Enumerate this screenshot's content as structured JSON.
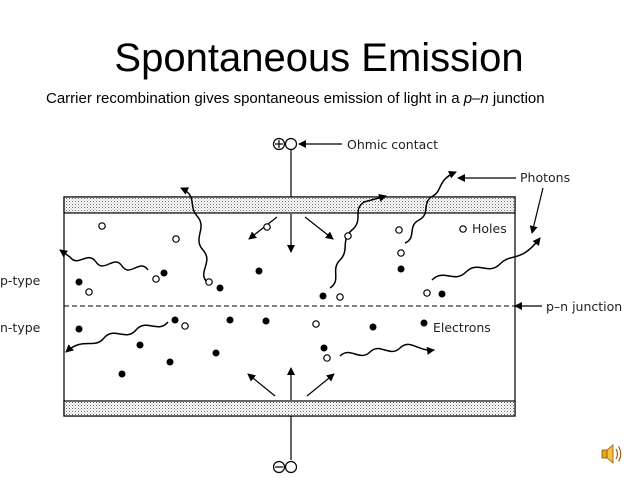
{
  "slide": {
    "title": "Spontaneous Emission",
    "subtitle_pre": "Carrier recombination gives spontaneous emission of light in a ",
    "subtitle_em": "p–n",
    "subtitle_post": " junction"
  },
  "diagram": {
    "labels": {
      "ohmic_contact": "Ohmic contact",
      "photons": "Photons",
      "holes": "Holes",
      "p_type": "p-type",
      "pn_junction": "p–n junction",
      "n_type": "n-type",
      "electrons": "Electrons"
    },
    "top_contact_symbol": "⊕",
    "bottom_contact_symbol": "⊖",
    "icons": [
      "speaker-icon"
    ]
  }
}
